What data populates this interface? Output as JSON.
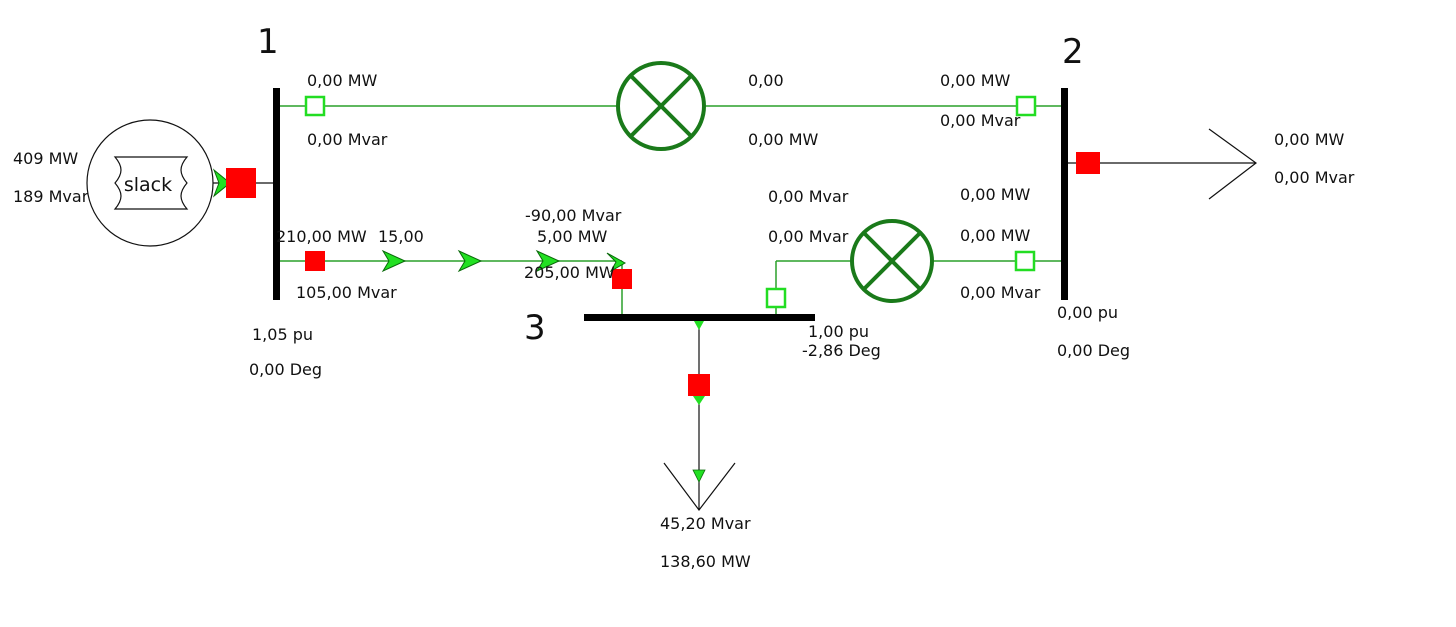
{
  "colors": {
    "line": "#2aa02a",
    "bus": "#000000",
    "breaker_closed": "#ff0000",
    "breaker_open": "#22dd22",
    "arrow": "#22e022",
    "transformer": "#1a7a1a"
  },
  "generator": {
    "label": "slack",
    "mw": "409 MW",
    "mvar": "189 Mvar"
  },
  "bus1": {
    "number": "1",
    "voltage": "1,05 pu",
    "angle": "0,00 Deg"
  },
  "bus2": {
    "number": "2",
    "voltage": "0,00 pu",
    "angle": "0,00 Deg"
  },
  "bus3": {
    "number": "3",
    "voltage": "1,00 pu",
    "angle": "-2,86 Deg"
  },
  "line_1_2": {
    "from_mw": "0,00 MW",
    "from_mvar": "0,00 Mvar",
    "xfmr_top": "0,00",
    "xfmr_bottom": "0,00 MW",
    "to_mw": "0,00 MW",
    "to_mvar": "0,00 Mvar"
  },
  "line_1_3": {
    "from_mw": "210,00 MW",
    "rating": "15,00",
    "from_mvar": "105,00 Mvar",
    "to_mvar": "-90,00 Mvar",
    "loss_mw": "5,00 MW",
    "to_mw": "205,00 MW"
  },
  "line_3_2": {
    "from_mvar_a": "0,00 Mvar",
    "from_mvar_b": "0,00 Mvar",
    "to_mw_a": "0,00 MW",
    "to_mw_b": "0,00 MW",
    "to_mvar": "0,00 Mvar"
  },
  "load2": {
    "mw": "0,00 MW",
    "mvar": "0,00 Mvar"
  },
  "load3": {
    "mvar": "45,20 Mvar",
    "mw": "138,60 MW"
  }
}
